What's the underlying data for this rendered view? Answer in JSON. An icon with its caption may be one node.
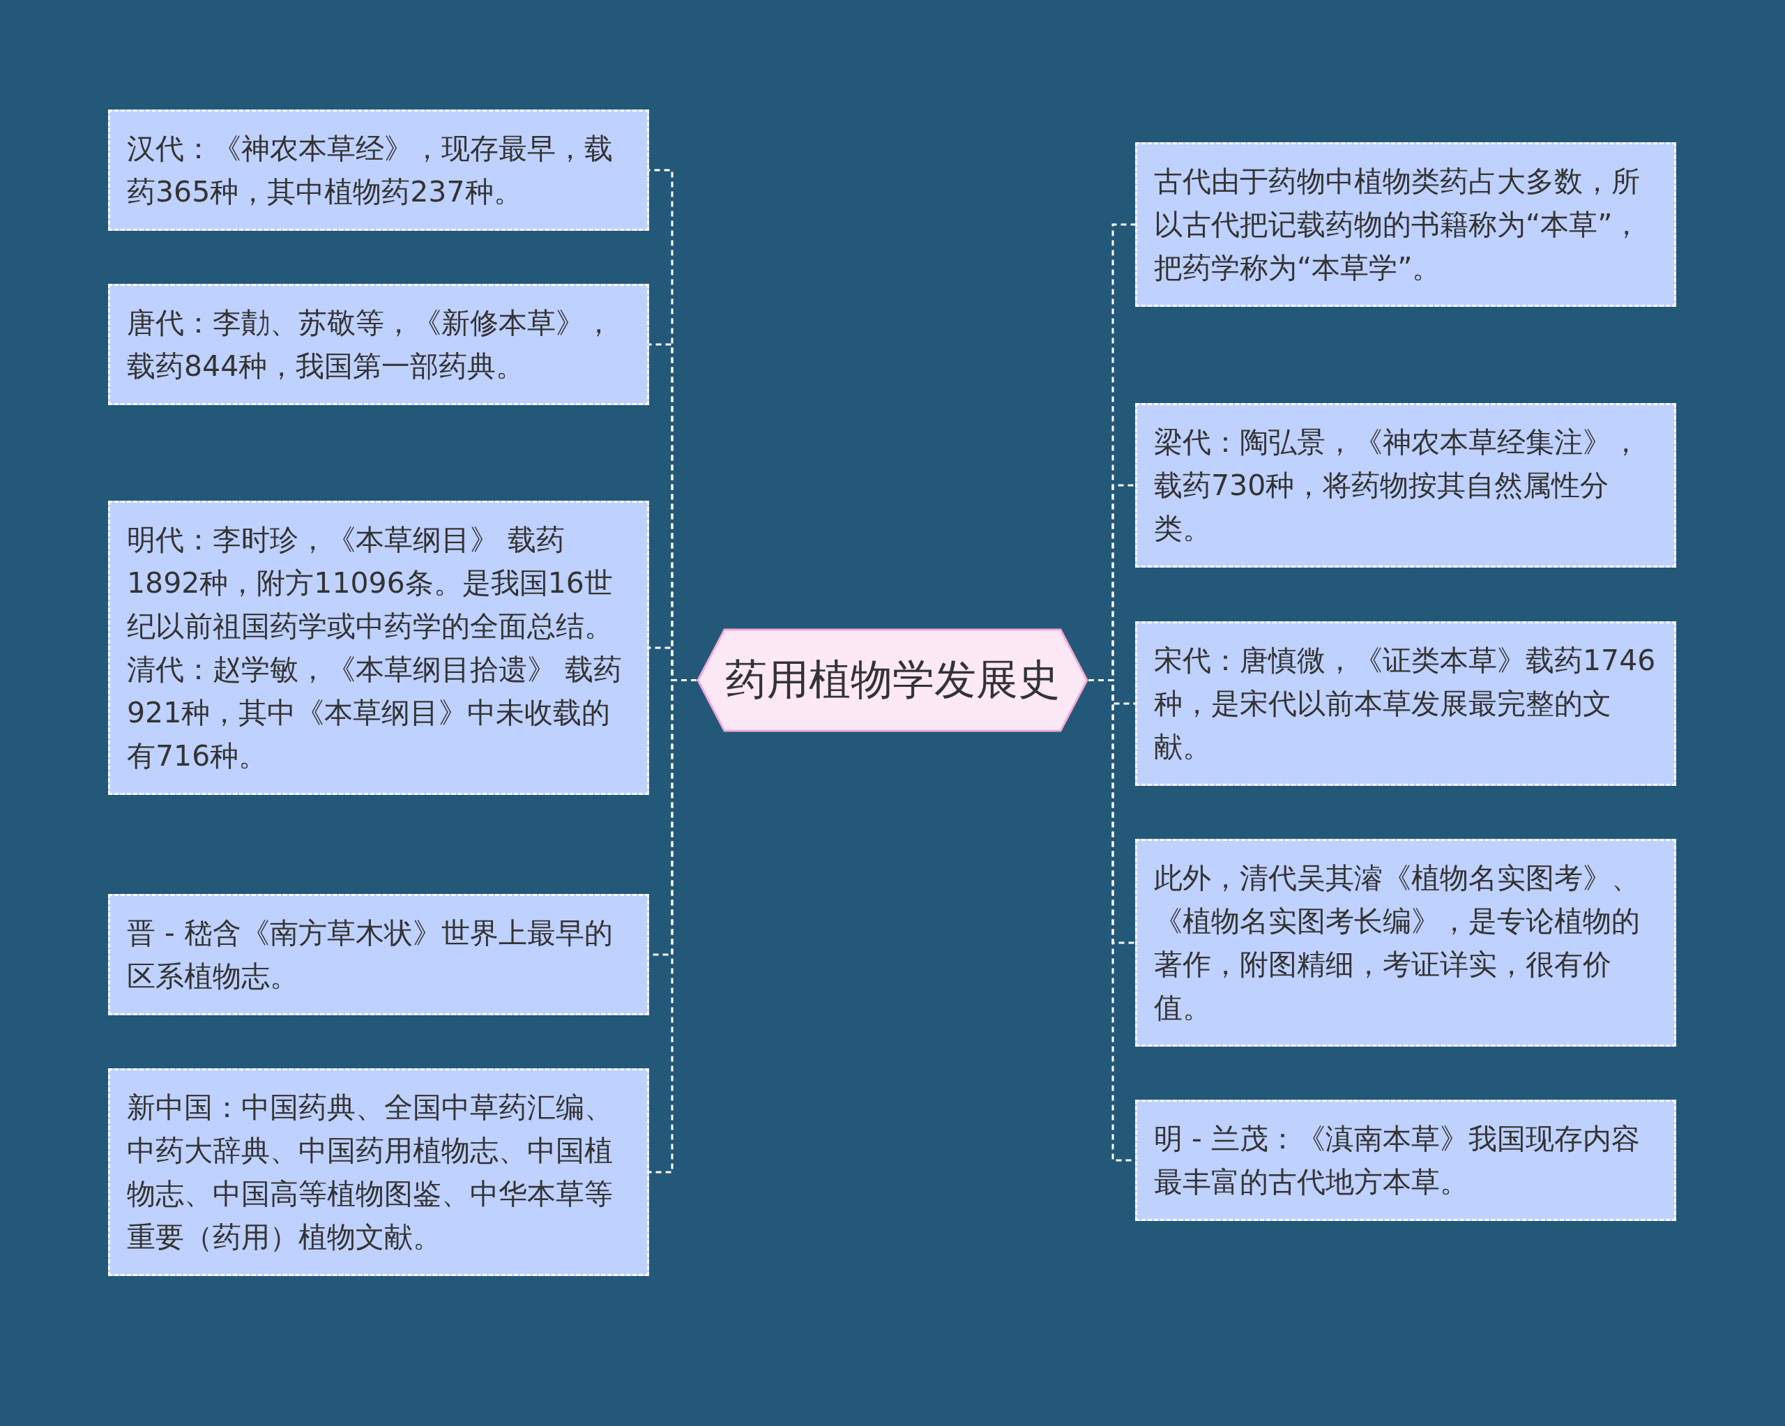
{
  "diagram": {
    "nodes": [
      {
        "text": [
          "药用植物学发展史"
        ]
      },
      {
        "text": [
          "汉代：《神农本草经》，现存最早，载药365种，其中植物药237种。"
        ]
      },
      {
        "text": [
          "唐代：李勣、苏敬等，《新修本草》，载药844种，我国第一部药典。"
        ]
      },
      {
        "text": [
          "明代：李时珍，《本草纲目》 载药1892种，附方11096条。是我国16世纪以前祖国药学或中药学的全面总结。清代：赵学敏，《本草纲目拾遗》 载药921种，其中《本草纲目》中未收载的有716种。"
        ]
      },
      {
        "text": [
          "晋 - 嵇含《南方草木状》世界上最早的区系植物志。"
        ]
      },
      {
        "text": [
          "新中国：中国药典、全国中草药汇编、中药大辞典、中国药用植物志、中国植物志、中国高等植物图鉴、中华本草等重要（药用）植物文献。"
        ]
      },
      {
        "text": [
          "古代由于药物中植物类药占大多数，所以古代把记载药物的书籍称为“本草”，把药学称为“本草学”。"
        ]
      },
      {
        "text": [
          "梁代：陶弘景，《神农本草经集注》，载药730种，将药物按其自然属性分类。"
        ]
      },
      {
        "text": [
          "宋代：唐慎微，《证类本草》载药1746种，是宋代以前本草发展最完整的文献。"
        ]
      },
      {
        "text": [
          "此外，清代吴其濬《植物名实图考》、《植物名实图考长编》，是专论植物的著作，附图精细，考证详实，很有价值。"
        ]
      },
      {
        "text": [
          "明 - 兰茂：《滇南本草》我国现存内容最丰富的古代地方本草。"
        ]
      }
    ],
    "edges": [
      {
        "from": 0,
        "to": 1,
        "arrow": "none",
        "style": "dashed"
      },
      {
        "from": 0,
        "to": 2,
        "arrow": "none",
        "style": "dashed"
      },
      {
        "from": 0,
        "to": 3,
        "arrow": "none",
        "style": "dashed"
      },
      {
        "from": 0,
        "to": 4,
        "arrow": "none",
        "style": "dashed"
      },
      {
        "from": 0,
        "to": 5,
        "arrow": "none",
        "style": "dashed"
      },
      {
        "from": 0,
        "to": 6,
        "arrow": "none",
        "style": "dashed"
      },
      {
        "from": 0,
        "to": 7,
        "arrow": "none",
        "style": "dashed"
      },
      {
        "from": 0,
        "to": 8,
        "arrow": "none",
        "style": "dashed"
      },
      {
        "from": 0,
        "to": 9,
        "arrow": "none",
        "style": "dashed"
      },
      {
        "from": 0,
        "to": 10,
        "arrow": "none",
        "style": "dashed"
      }
    ]
  }
}
